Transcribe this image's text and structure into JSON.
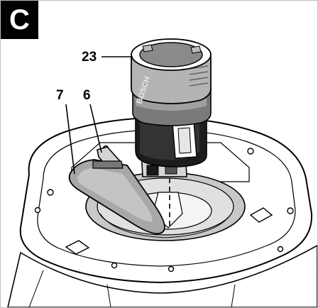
{
  "panel": {
    "letter": "C"
  },
  "callouts": [
    {
      "id": "23",
      "label": "23"
    },
    {
      "id": "7",
      "label": "7"
    },
    {
      "id": "6",
      "label": "6"
    }
  ],
  "battery": {
    "brand": "BOSCH"
  },
  "colors": {
    "line": "#000000",
    "light_gray": "#d9d9d9",
    "mid_gray": "#a8a8a8",
    "dark_gray": "#555555",
    "black": "#1a1a1a"
  }
}
